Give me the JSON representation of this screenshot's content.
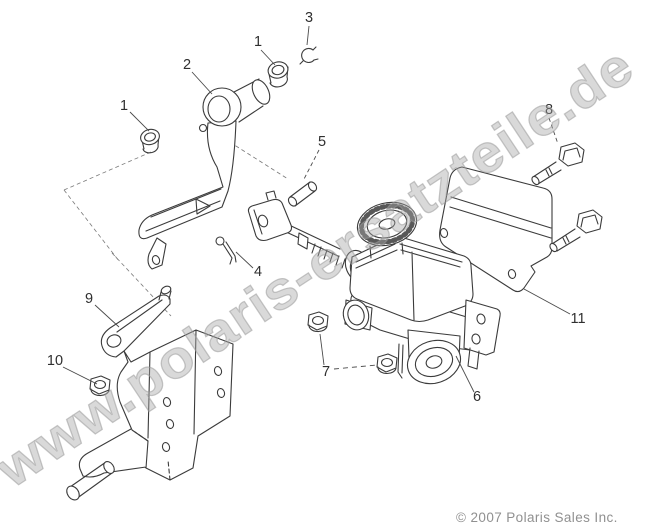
{
  "page": {
    "background": "#ffffff",
    "line_art_color": "#3b3b3b"
  },
  "watermark": {
    "text": "www.polaris-ersatzteile.de",
    "color": "#c2c2c2"
  },
  "copyright": {
    "text": "© 2007 Polaris Sales Inc.",
    "color": "#909090"
  },
  "callouts": [
    {
      "id": "callout-1-upper-left",
      "label": "1"
    },
    {
      "id": "callout-2",
      "label": "2"
    },
    {
      "id": "callout-1-upper-right",
      "label": "1"
    },
    {
      "id": "callout-3",
      "label": "3"
    },
    {
      "id": "callout-5",
      "label": "5"
    },
    {
      "id": "callout-4",
      "label": "4"
    },
    {
      "id": "callout-8",
      "label": "8"
    },
    {
      "id": "callout-11",
      "label": "11"
    },
    {
      "id": "callout-6",
      "label": "6"
    },
    {
      "id": "callout-7",
      "label": "7"
    },
    {
      "id": "callout-9",
      "label": "9"
    },
    {
      "id": "callout-10",
      "label": "10"
    }
  ]
}
